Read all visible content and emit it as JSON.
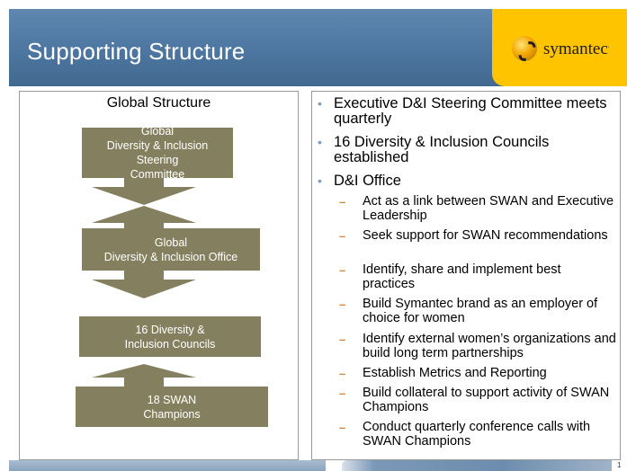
{
  "header": {
    "title": "Supporting Structure",
    "brand": "symantec",
    "brand_mark": "."
  },
  "left": {
    "title": "Global Structure",
    "boxes": [
      {
        "lines": [
          "Global",
          "Diversity & Inclusion Steering",
          "Committee"
        ]
      },
      {
        "lines": [
          "Global",
          "Diversity & Inclusion Office"
        ]
      },
      {
        "lines": [
          "16 Diversity &",
          "Inclusion Councils"
        ]
      },
      {
        "lines": [
          "18 SWAN",
          "Champions"
        ]
      }
    ],
    "box_color": "#84805f"
  },
  "right": {
    "bullet": "•",
    "sub_bullet": "–",
    "items": [
      {
        "text": "Executive D&I Steering Committee meets quarterly"
      },
      {
        "text": "16 Diversity & Inclusion Councils established"
      },
      {
        "text": "D&I Office"
      }
    ],
    "sub_items": [
      "Act as a link between SWAN and Executive Leadership",
      "Seek support for SWAN recommendations",
      "Identify, share and implement best practices",
      "Build Symantec brand as an employer of choice for women",
      "Identify external women’s organizations and build long term partnerships",
      "Establish Metrics and Reporting",
      "Build collateral to support activity of SWAN Champions",
      "Conduct quarterly conference calls with SWAN Champions"
    ]
  },
  "footer": {
    "page_number": "1"
  },
  "colors": {
    "header": "#4c76a0",
    "logo_bg": "#fec400",
    "bullet": "#7c9cc0",
    "sub_bullet": "#d4893a"
  }
}
